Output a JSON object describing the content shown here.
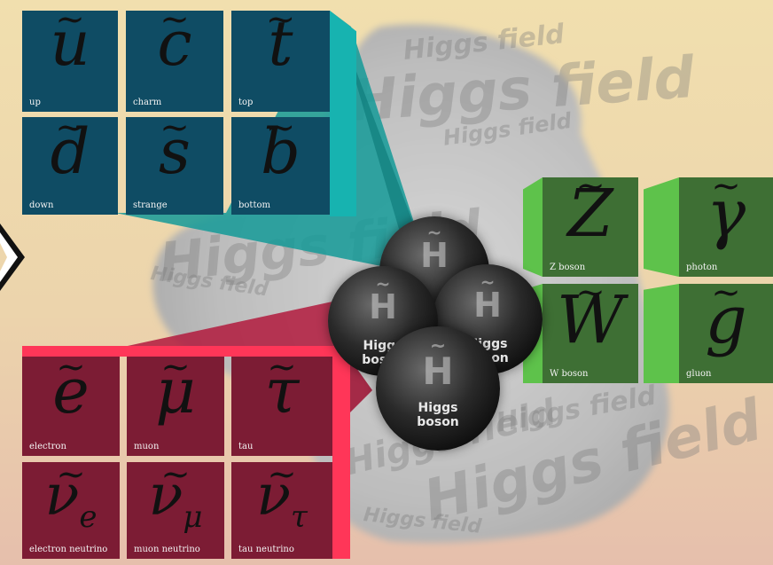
{
  "background_word": "Higgs field",
  "quarks": [
    {
      "symbol": "u",
      "name": "up"
    },
    {
      "symbol": "c",
      "name": "charm"
    },
    {
      "symbol": "t",
      "name": "top"
    },
    {
      "symbol": "d",
      "name": "down"
    },
    {
      "symbol": "s",
      "name": "strange"
    },
    {
      "symbol": "b",
      "name": "bottom"
    }
  ],
  "leptons": [
    {
      "symbol": "e",
      "sub": "",
      "name": "electron"
    },
    {
      "symbol": "μ",
      "sub": "",
      "name": "muon"
    },
    {
      "symbol": "τ",
      "sub": "",
      "name": "tau"
    },
    {
      "symbol": "ν",
      "sub": "e",
      "name": "electron neutrino"
    },
    {
      "symbol": "ν",
      "sub": "μ",
      "name": "muon neutrino"
    },
    {
      "symbol": "ν",
      "sub": "τ",
      "name": "tau neutrino"
    }
  ],
  "bosons": [
    {
      "symbol": "Z",
      "name": "Z boson"
    },
    {
      "symbol": "γ",
      "name": "photon"
    },
    {
      "symbol": "W",
      "name": "W boson"
    },
    {
      "symbol": "g",
      "name": "gluon"
    }
  ],
  "higgs": {
    "symbol": "H",
    "label_line1": "Higgs",
    "label_line2": "boson"
  },
  "colors": {
    "quark_front": "#0f4c64",
    "quark_side": "#17b3b0",
    "lepton_front": "#7c1c34",
    "lepton_side": "#ff3658",
    "boson_front": "#3e6f34",
    "boson_side": "#5ec24b"
  }
}
